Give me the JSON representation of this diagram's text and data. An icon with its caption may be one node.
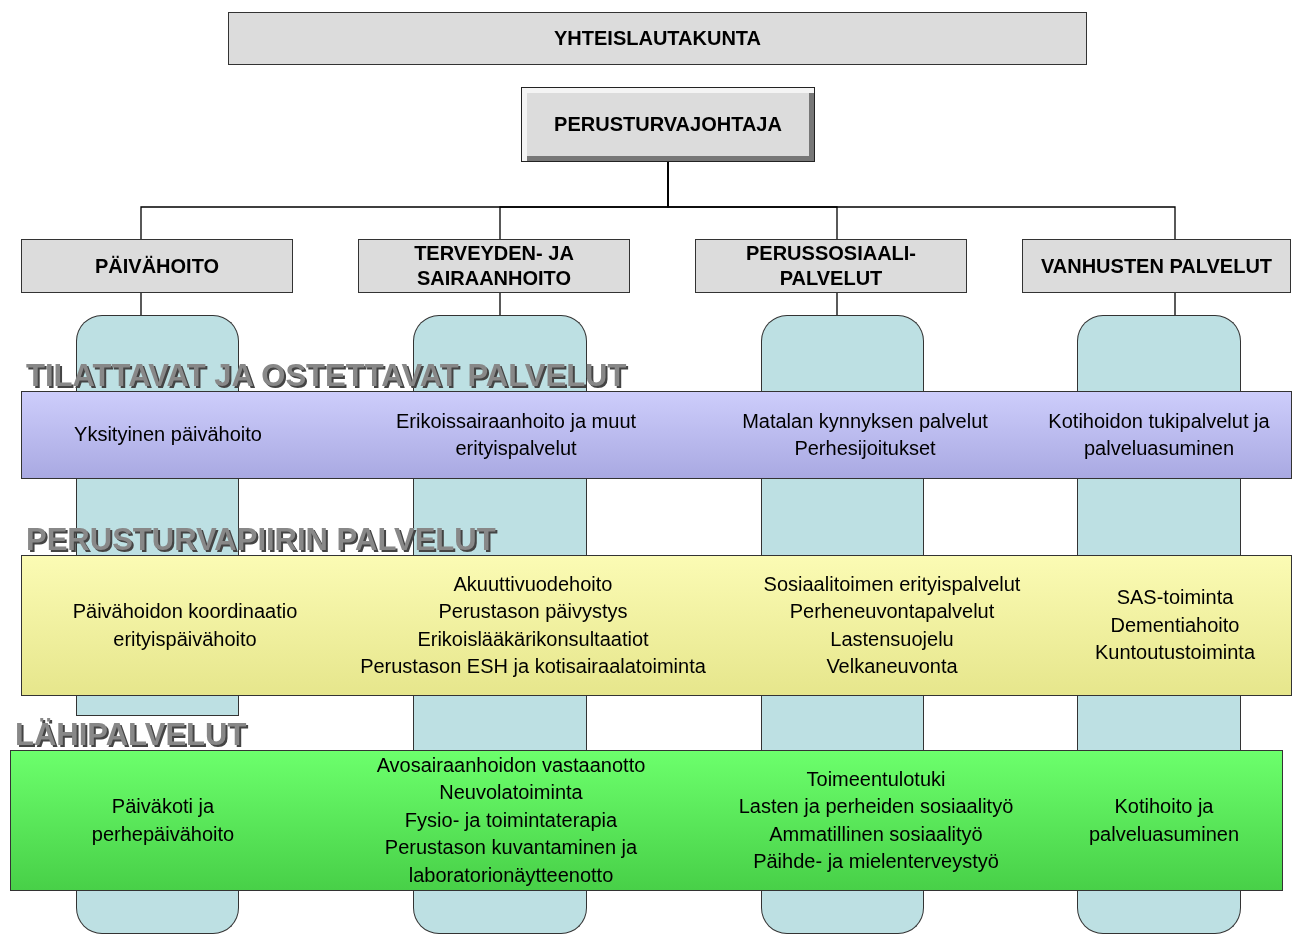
{
  "diagram": {
    "nodes": [
      {
        "text": [
          "YHTEISLAUTAKUNTA"
        ]
      },
      {
        "text": [
          "PERUSTURVAJOHTAJA"
        ]
      },
      {
        "text": [
          "PÄIVÄHOITO"
        ]
      },
      {
        "text": [
          "TERVEYDEN- JA SAIRAANHOITO"
        ]
      },
      {
        "text": [
          "PERUSSOSIAALI- PALVELUT"
        ]
      },
      {
        "text": [
          "VANHUSTEN PALVELUT"
        ]
      },
      {
        "text": [],
        "shape": "box"
      },
      {
        "text": [],
        "shape": "box"
      },
      {
        "text": [],
        "shape": "box"
      },
      {
        "text": [],
        "shape": "box"
      },
      {
        "text": [
          "TILATTAVAT JA OSTETTAVAT PALVELUT",
          "Yksityinen päivähoito",
          "Erikoissairaanhoito ja muut erityispalvelut",
          "Matalan kynnyksen palvelut",
          "Perhesijoitukset",
          "Kotihoidon tukipalvelut ja palveluasuminen"
        ]
      },
      {
        "text": [
          "PERUSTURVAPIIRIN PALVELUT",
          "Päivähoidon koordinaatio",
          "erityispäivähoito",
          "Akuuttivuodehoito",
          "Perustason päivystys",
          "Erikoislääkärikonsultaatiot",
          "Perustason ESH ja kotisairaalatoiminta",
          "Sosiaalitoimen erityispalvelut",
          "Perheneuvontapalvelut",
          "Lastensuojelu",
          "Velkaneuvonta",
          "SAS-toiminta",
          "Dementiahoito",
          "Kuntoutustoiminta"
        ]
      },
      {
        "text": [
          "LÄHIPALVELUT",
          "Päiväkoti ja perhepäivähoito",
          "Avosairaanhoidon vastaanotto",
          "Neuvolatoiminta",
          "Fysio- ja toimintaterapia",
          "Perustason kuvantaminen ja laboratorionäytteenotto",
          "Toimeentulotuki",
          "Lasten ja perheiden sosiaalityö",
          "Ammatillinen sosiaalityö",
          "Päihde- ja mielenterveystyö",
          "Kotihoito ja palveluasuminen"
        ]
      },
      {
        "text": [],
        "shape": "box"
      },
      {
        "text": [],
        "shape": "box"
      },
      {
        "text": [],
        "shape": "box"
      },
      {
        "text": [],
        "shape": "box"
      },
      {
        "text": [],
        "shape": "box"
      },
      {
        "text": [],
        "shape": "box"
      },
      {
        "text": [],
        "shape": "box"
      },
      {
        "text": [],
        "shape": "box"
      },
      {
        "text": [],
        "shape": "box"
      },
      {
        "text": [],
        "shape": "box"
      },
      {
        "text": [],
        "shape": "box"
      },
      {
        "text": [],
        "shape": "box"
      }
    ],
    "edges": [
      {
        "from": 1,
        "to": 2,
        "arrow": "none"
      },
      {
        "from": 1,
        "to": 3,
        "arrow": "none"
      },
      {
        "from": 1,
        "to": 4,
        "arrow": "none"
      },
      {
        "from": 1,
        "to": 5,
        "arrow": "none"
      },
      {
        "from": 2,
        "to": 6,
        "arrow": "none"
      },
      {
        "from": 3,
        "to": 7,
        "arrow": "none"
      },
      {
        "from": 4,
        "to": 8,
        "arrow": "none"
      },
      {
        "from": 5,
        "to": 9,
        "arrow": "none"
      }
    ]
  }
}
